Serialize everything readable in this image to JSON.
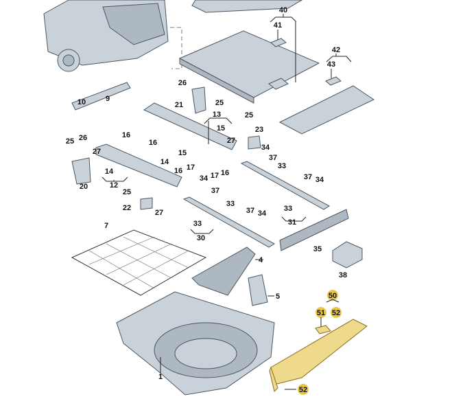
{
  "diagram": {
    "title": "Luggage compartment parts exploded view",
    "highlight_color": "#e9c74a",
    "labels": [
      "40",
      "41",
      "42",
      "43",
      "26",
      "21",
      "25",
      "10",
      "9",
      "13",
      "15",
      "25",
      "23",
      "16",
      "16",
      "15",
      "27",
      "34",
      "37",
      "33",
      "25",
      "26",
      "27",
      "14",
      "14",
      "12",
      "20",
      "16",
      "17",
      "17",
      "16",
      "34",
      "37",
      "37",
      "34",
      "25",
      "22",
      "27",
      "33",
      "37",
      "34",
      "33",
      "31",
      "33",
      "30",
      "7",
      "4",
      "35",
      "38",
      "5",
      "50",
      "51",
      "52",
      "1",
      "52"
    ]
  }
}
